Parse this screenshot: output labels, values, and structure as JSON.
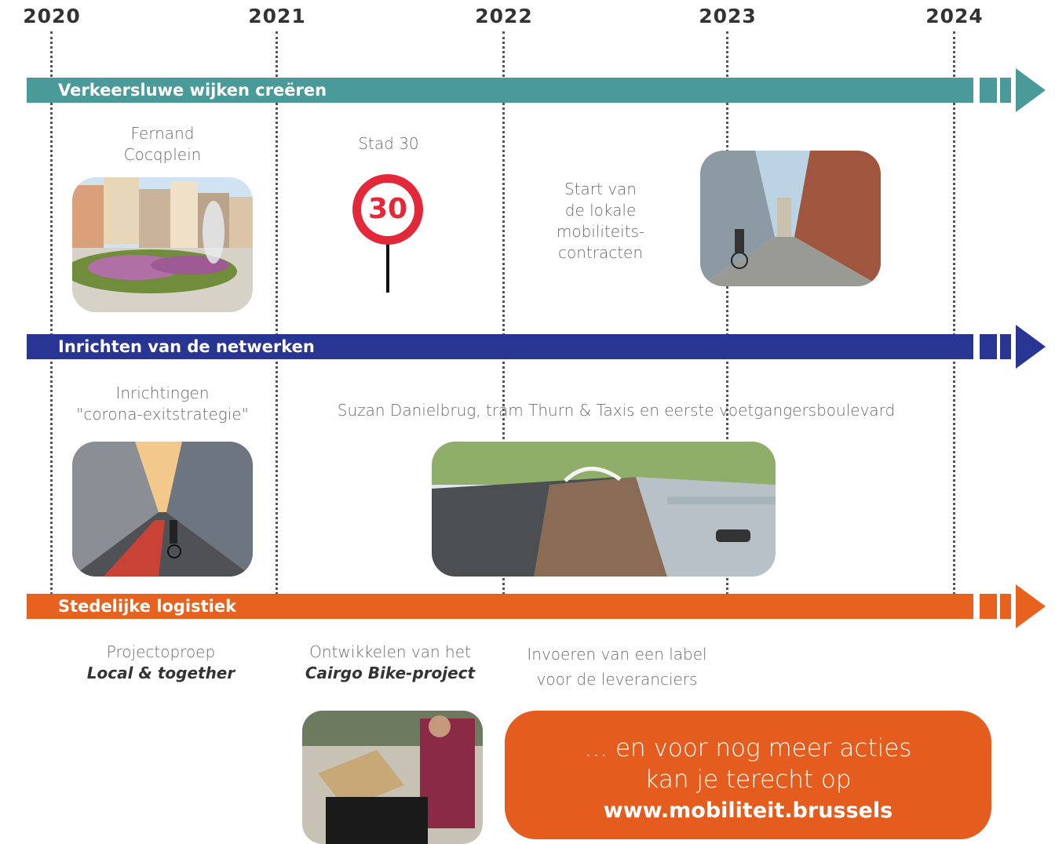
{
  "years": [
    "2020",
    "2021",
    "2022",
    "2023",
    "2024"
  ],
  "bands": {
    "band1": {
      "label": "Verkeersluwe wijken creëren",
      "color": "#4a9a9a"
    },
    "band2": {
      "label": "Inrichten van de netwerken",
      "color": "#283593"
    },
    "band3": {
      "label": "Stedelijke logistiek",
      "color": "#e8621f"
    }
  },
  "captions": {
    "fernand": "Fernand\nCocqplein",
    "stad30": "Stad 30",
    "speed_sign": "30",
    "start_lokale": "Start van\nde lokale\nmobiliteits-\ncontracten",
    "inrichtingen": "Inrichtingen\n\"corona-exitstrategie\"",
    "suzan": "Suzan Danielbrug, tram Thurn & Taxis en eerste voetgangersboulevard",
    "projectoproep_line1": "Projectoproep",
    "projectoproep_line2": "Local & together",
    "cairgo_line1": "Ontwikkelen van het",
    "cairgo_line2": "Cairgo Bike-project",
    "label": "Invoeren van een label\nvoor de leveranciers"
  },
  "cta": {
    "line1": "... en voor nog meer acties",
    "line2": "kan je terecht op",
    "url": "www.mobiliteit.brussels"
  },
  "colors": {
    "cta": "#e55d1e",
    "sign_red": "#e3283a"
  }
}
